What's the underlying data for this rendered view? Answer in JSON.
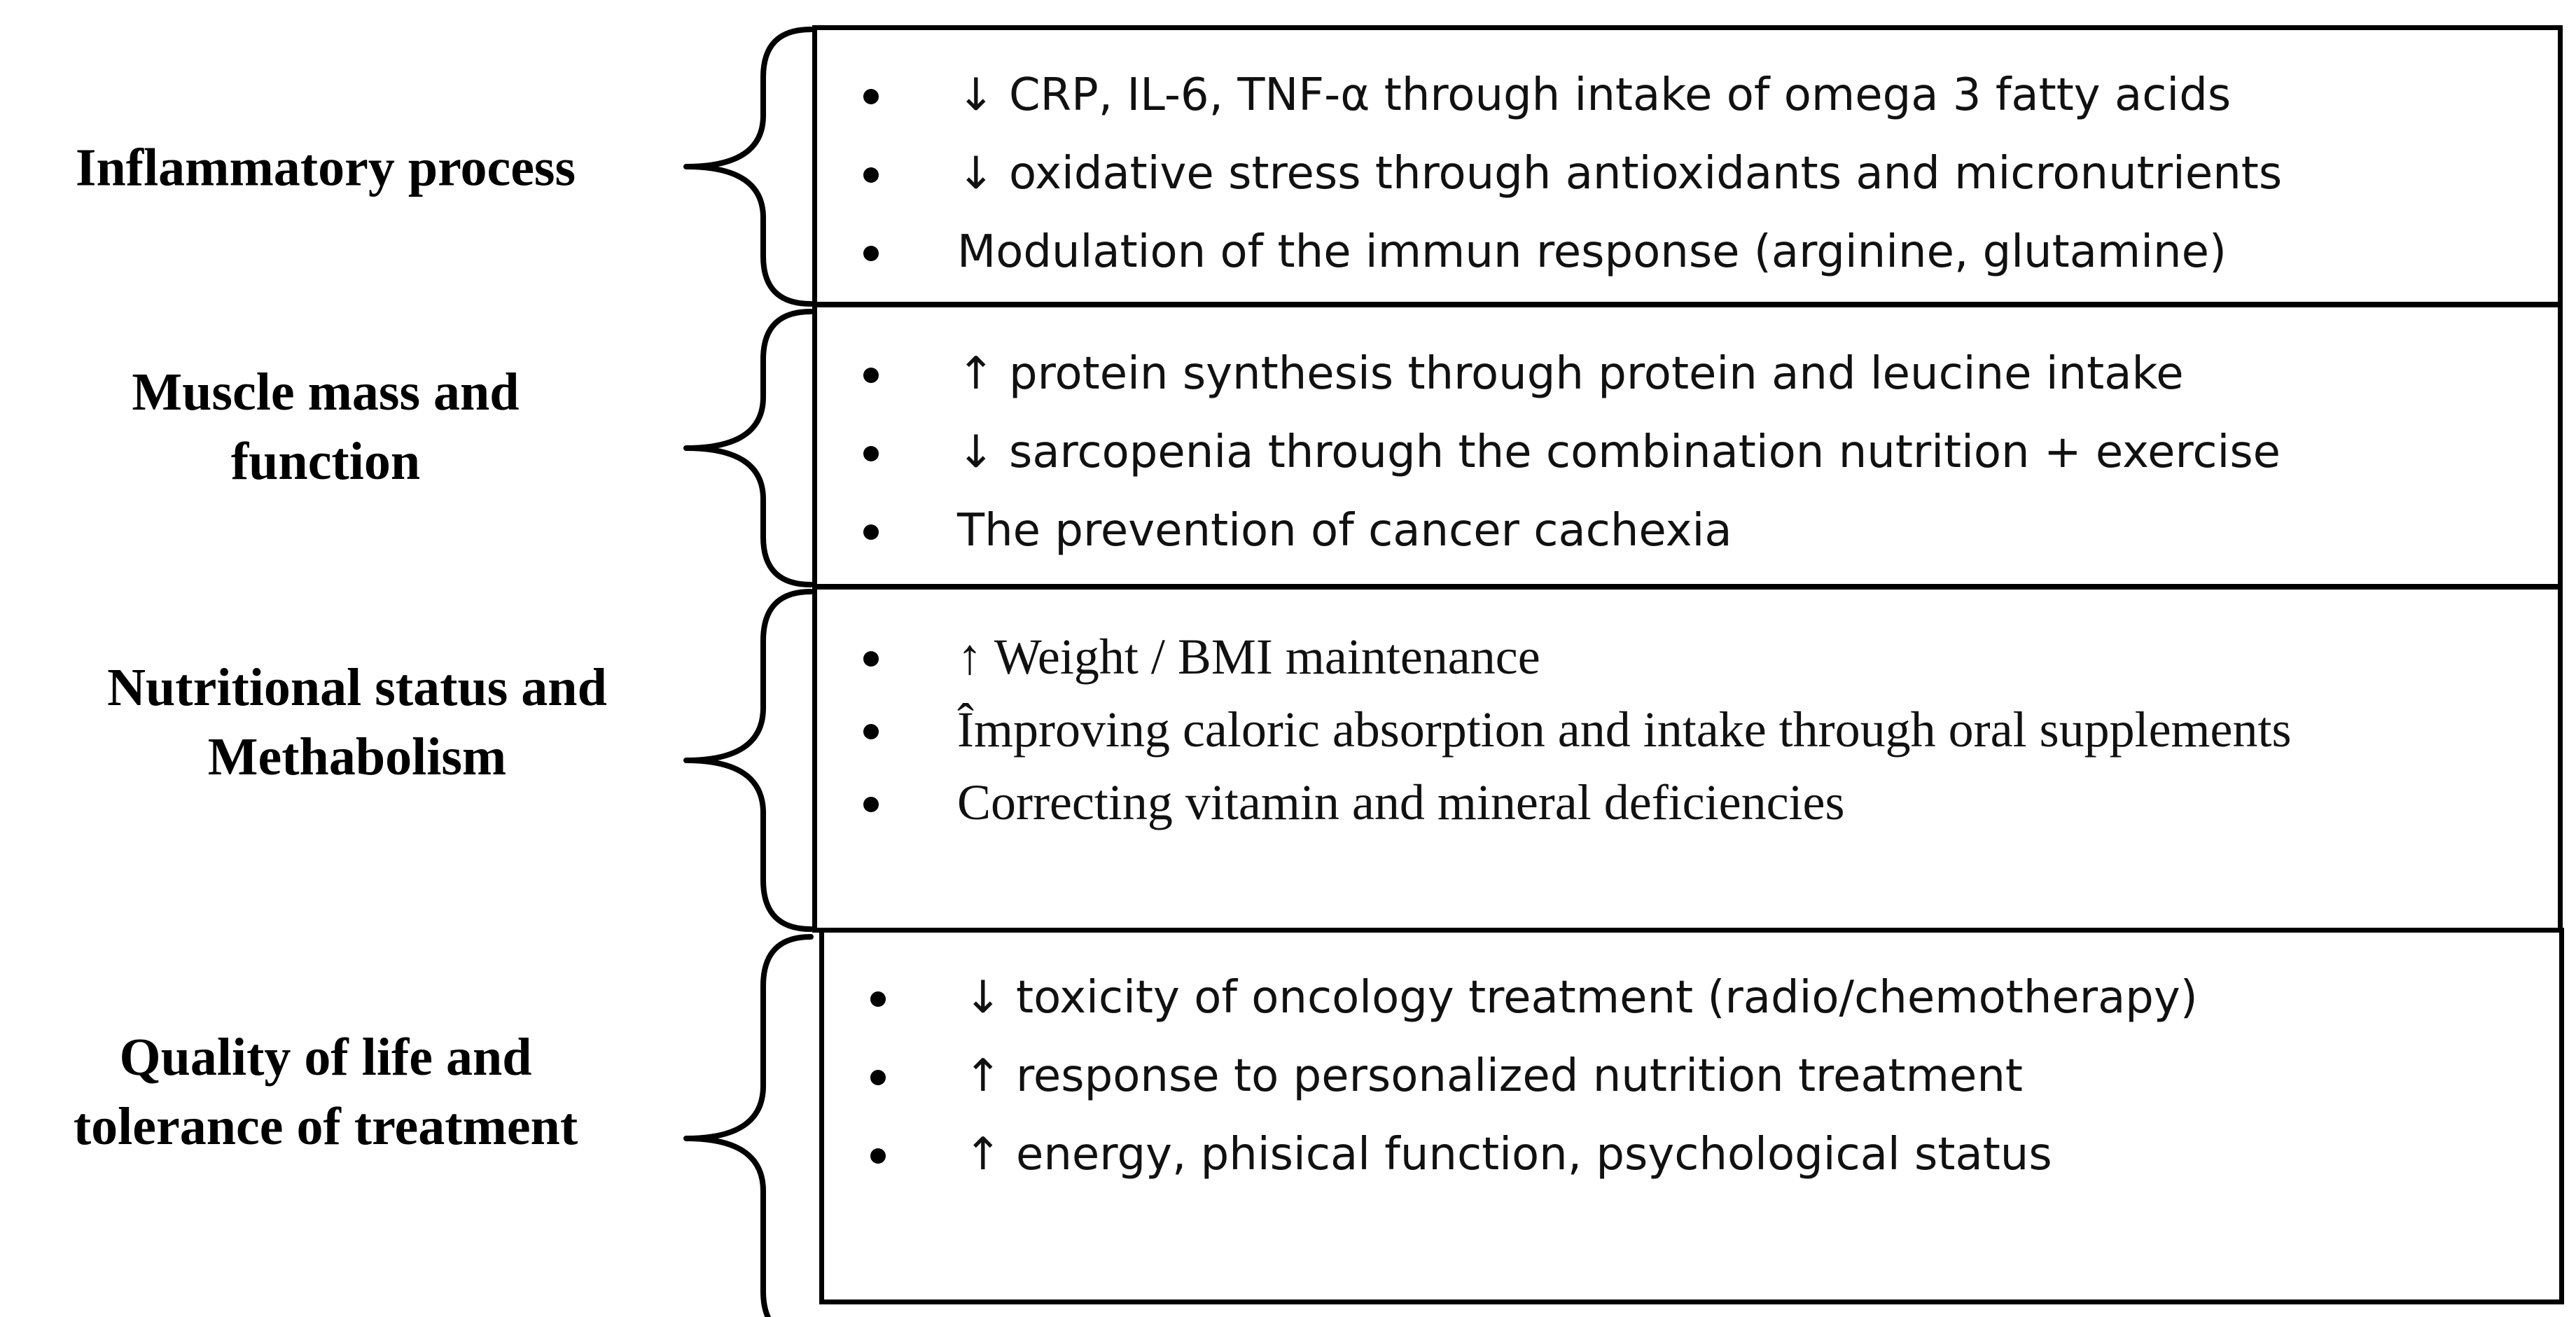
{
  "diagram": {
    "sections": [
      {
        "label_lines": [
          "Inflammatory process"
        ],
        "items": [
          "↓ CRP, IL-6, TNF-α through intake of omega 3 fatty acids",
          "↓ oxidative stress through antioxidants and micronutrients",
          "Modulation of the immun response (arginine, glutamine)"
        ]
      },
      {
        "label_lines": [
          "Muscle mass and",
          "function"
        ],
        "items": [
          "↑ protein synthesis through protein and leucine intake",
          "↓ sarcopenia through the combination nutrition + exercise",
          "The prevention of cancer cachexia"
        ]
      },
      {
        "label_lines": [
          "Nutritional status and",
          "Methabolism"
        ],
        "items": [
          "↑ Weight / BMI maintenance",
          "Împroving caloric absorption and intake through oral supplements",
          "Correcting vitamin and mineral deficiencies"
        ]
      },
      {
        "label_lines": [
          "Quality of life and",
          "tolerance of treatment"
        ],
        "items": [
          "↓ toxicity of oncology treatment (radio/chemotherapy)",
          "↑ response to personalized nutrition treatment",
          "↑ energy, phisical function, psychological status"
        ]
      }
    ]
  }
}
